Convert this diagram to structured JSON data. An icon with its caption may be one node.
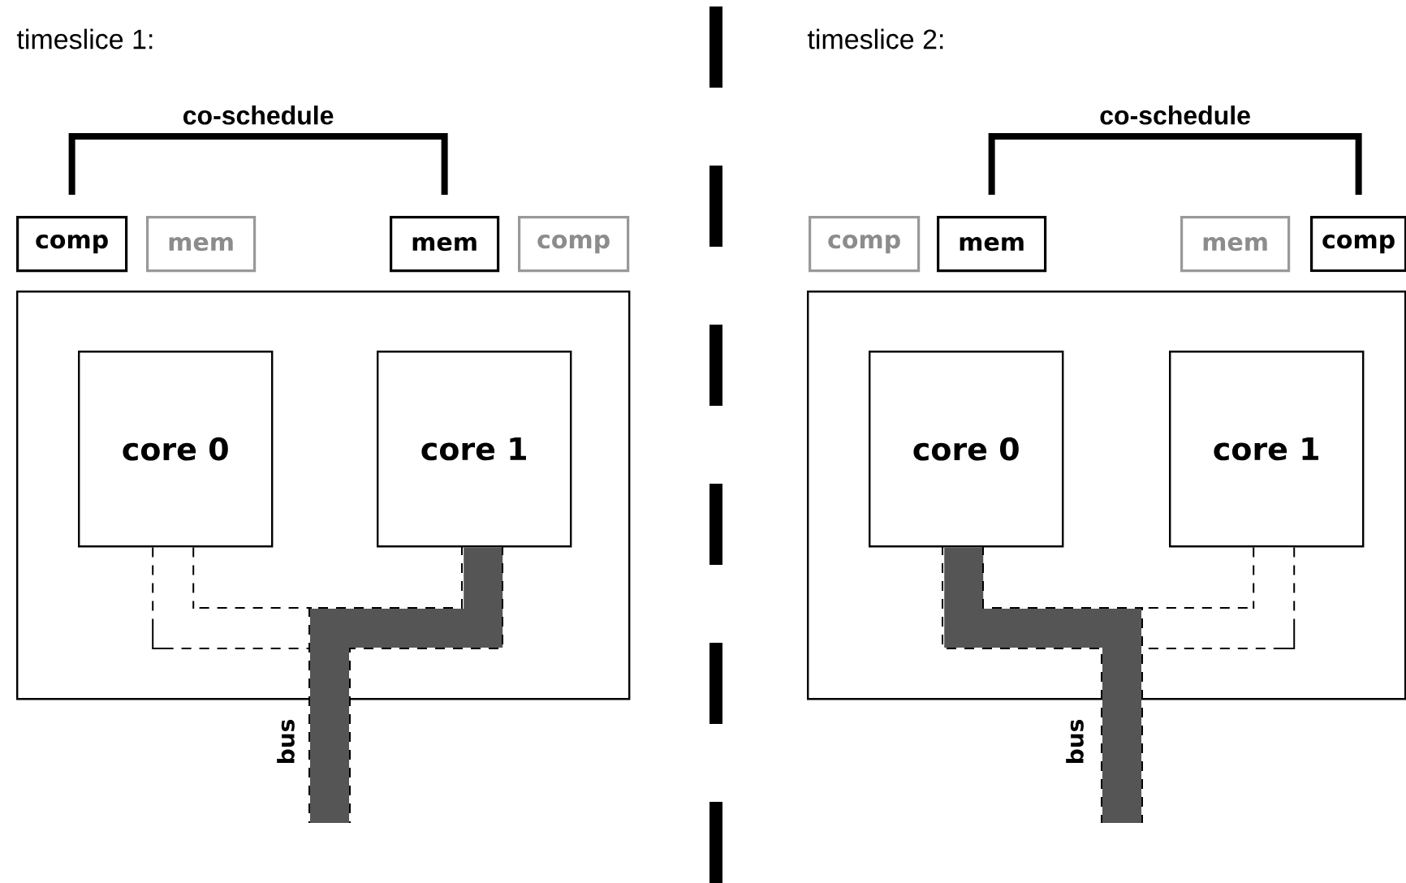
{
  "diagram": {
    "nodes": [
      {
        "text": [
          "comp"
        ]
      },
      {
        "text": [
          "mem"
        ]
      },
      {
        "text": [
          "mem"
        ]
      },
      {
        "text": [
          "comp"
        ]
      },
      {
        "text": [],
        "shape": "box"
      },
      {
        "text": [
          "core 0"
        ],
        "in": 4
      },
      {
        "text": [
          "core 1"
        ],
        "in": 4
      },
      {
        "text": [
          "comp"
        ]
      },
      {
        "text": [
          "mem"
        ]
      },
      {
        "text": [
          "mem"
        ]
      },
      {
        "text": [
          "comp"
        ]
      },
      {
        "text": [],
        "shape": "box"
      },
      {
        "text": [
          "core 0"
        ],
        "in": 11
      },
      {
        "text": [
          "core 1"
        ],
        "in": 11
      }
    ],
    "edges": [
      {
        "from": 0,
        "to": 2,
        "arrow": "none",
        "label": "co-schedule"
      },
      {
        "from": 5,
        "to": null,
        "arrow": "none",
        "style": "dashed"
      },
      {
        "from": 6,
        "to": null,
        "arrow": "none",
        "color": "#555555",
        "label": "bus"
      },
      {
        "from": 8,
        "to": 10,
        "arrow": "none",
        "label": "co-schedule"
      },
      {
        "from": 13,
        "to": null,
        "arrow": "none",
        "style": "dashed"
      },
      {
        "from": 12,
        "to": null,
        "arrow": "none",
        "color": "#555555",
        "label": "bus"
      }
    ],
    "labels": [
      "timeslice 1:",
      "timeslice 2:"
    ]
  }
}
